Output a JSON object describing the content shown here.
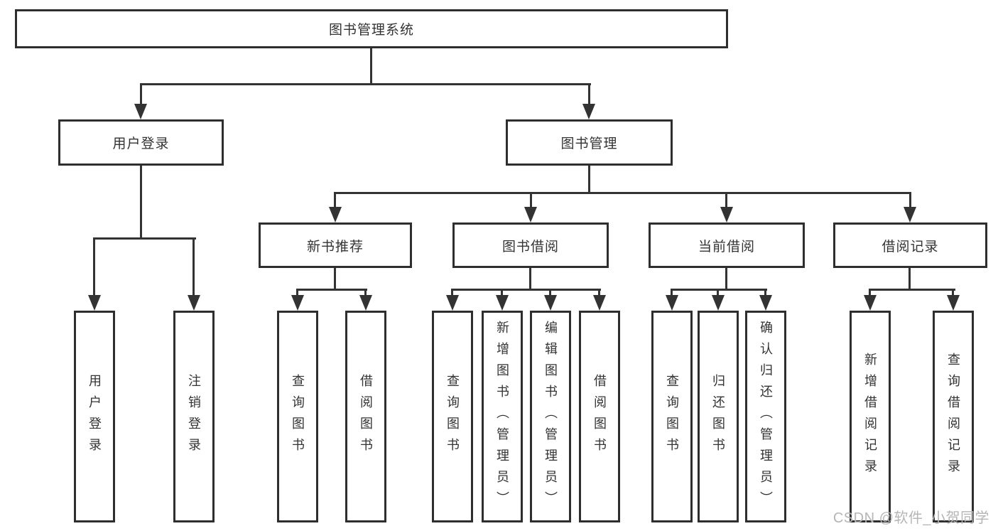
{
  "tree": {
    "label": "图书管理系统",
    "children": [
      {
        "label": "用户登录",
        "children": [
          {
            "label": "用户登录"
          },
          {
            "label": "注销登录"
          }
        ]
      },
      {
        "label": "图书管理",
        "children": [
          {
            "label": "新书推荐",
            "children": [
              {
                "label": "查询图书"
              },
              {
                "label": "借阅图书"
              }
            ]
          },
          {
            "label": "图书借阅",
            "children": [
              {
                "label": "查询图书"
              },
              {
                "label": "新增图书（管理员）"
              },
              {
                "label": "编辑图书（管理员）"
              },
              {
                "label": "借阅图书"
              }
            ]
          },
          {
            "label": "当前借阅",
            "children": [
              {
                "label": "查询图书"
              },
              {
                "label": "归还图书"
              },
              {
                "label": "确认归还（管理员）"
              }
            ]
          },
          {
            "label": "借阅记录",
            "children": [
              {
                "label": "新增借阅记录"
              },
              {
                "label": "查询借阅记录"
              }
            ]
          }
        ]
      }
    ]
  },
  "colors": {
    "line": "#333333",
    "border": "#2e2e2e",
    "text": "#333333",
    "background": "#ffffff",
    "watermark": "#b5b5b5"
  },
  "watermark": {
    "text": "CSDN @软件_小贺同学"
  }
}
